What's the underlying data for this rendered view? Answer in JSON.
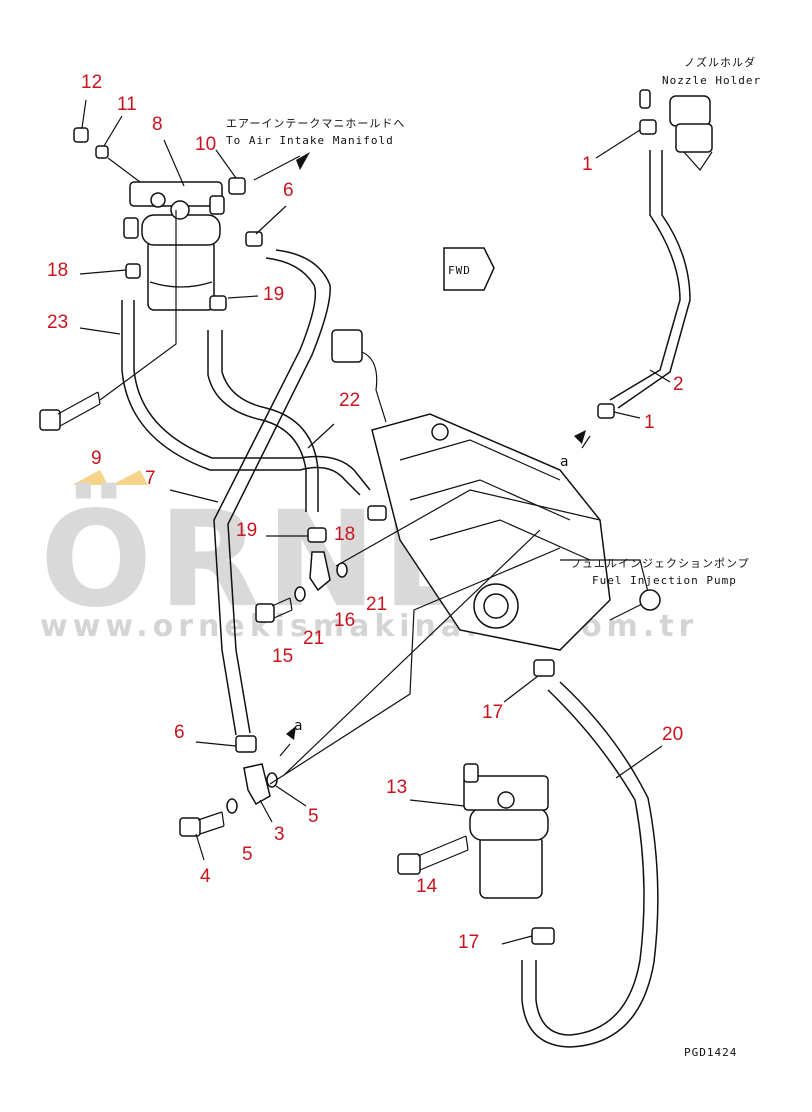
{
  "labels": {
    "nozzle_holder_jp": "ノズルホルダ",
    "nozzle_holder_en": "Nozzle Holder",
    "air_intake_jp": "エアーインテークマニホールドへ",
    "air_intake_en": "To Air Intake Manifold",
    "fwd": "FWD",
    "pump_jp": "フュエルインジェクションポンプ",
    "pump_en": "Fuel Injection Pump",
    "a_top": "a",
    "a_bottom": "a",
    "code": "PGD1424"
  },
  "watermark": {
    "brand": "ÖRNEK",
    "url": "www.ornekismakinalari.com.tr"
  },
  "callouts": [
    {
      "id": "c12",
      "text": "12"
    },
    {
      "id": "c11",
      "text": "11"
    },
    {
      "id": "c8",
      "text": "8"
    },
    {
      "id": "c10",
      "text": "10"
    },
    {
      "id": "c6a",
      "text": "6"
    },
    {
      "id": "c18a",
      "text": "18"
    },
    {
      "id": "c19a",
      "text": "19"
    },
    {
      "id": "c23",
      "text": "23"
    },
    {
      "id": "c9",
      "text": "9"
    },
    {
      "id": "c22",
      "text": "22"
    },
    {
      "id": "c7",
      "text": "7"
    },
    {
      "id": "c19b",
      "text": "19"
    },
    {
      "id": "c18b",
      "text": "18"
    },
    {
      "id": "c21a",
      "text": "21"
    },
    {
      "id": "c16",
      "text": "16"
    },
    {
      "id": "c21b",
      "text": "21"
    },
    {
      "id": "c15",
      "text": "15"
    },
    {
      "id": "c1a",
      "text": "1"
    },
    {
      "id": "c2",
      "text": "2"
    },
    {
      "id": "c1b",
      "text": "1"
    },
    {
      "id": "c17a",
      "text": "17"
    },
    {
      "id": "c20",
      "text": "20"
    },
    {
      "id": "c6b",
      "text": "6"
    },
    {
      "id": "c5a",
      "text": "5"
    },
    {
      "id": "c3",
      "text": "3"
    },
    {
      "id": "c5b",
      "text": "5"
    },
    {
      "id": "c4",
      "text": "4"
    },
    {
      "id": "c13",
      "text": "13"
    },
    {
      "id": "c14",
      "text": "14"
    },
    {
      "id": "c17b",
      "text": "17"
    }
  ]
}
